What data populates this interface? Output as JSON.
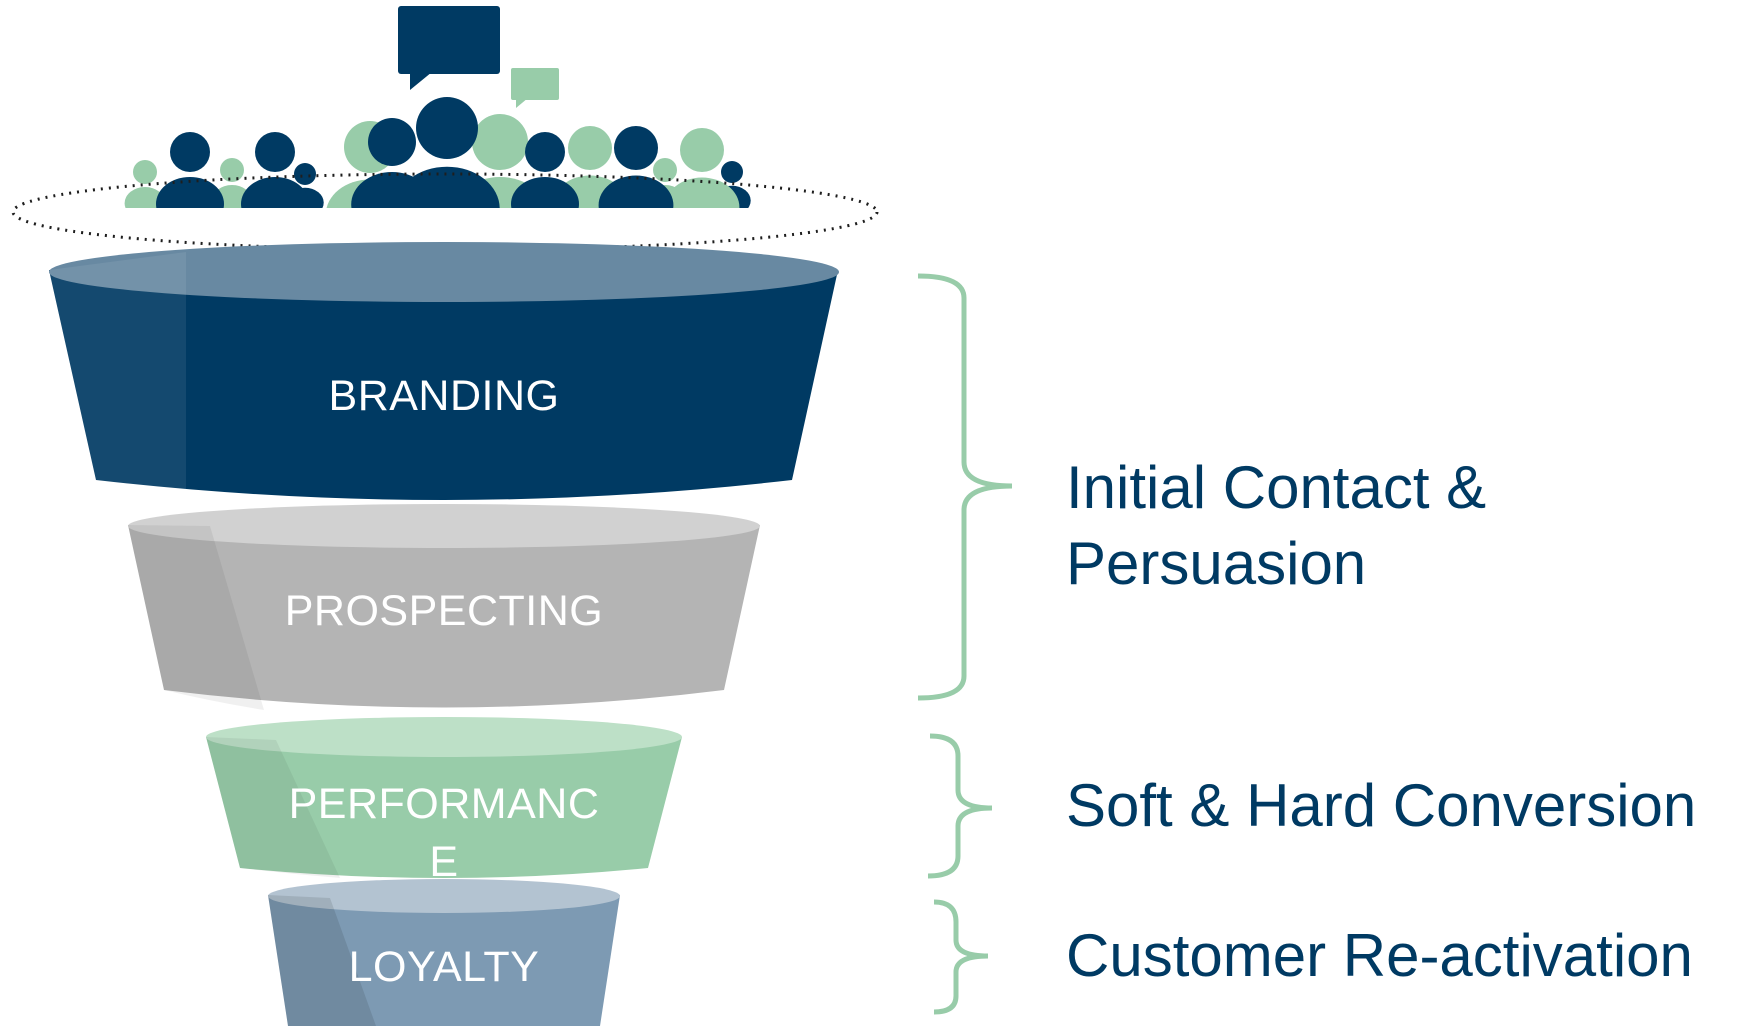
{
  "funnel": {
    "stages": [
      {
        "label": "BRANDING",
        "color": "#003a63"
      },
      {
        "label": "PROSPECTING",
        "color": "#b4b4b4"
      },
      {
        "label_line1": "PERFORMANC",
        "label_line2": "E",
        "color": "#98cca9"
      },
      {
        "label": "LOYALTY",
        "color": "#7d9ab3"
      }
    ]
  },
  "brackets": {
    "color": "#98cca9",
    "groups": [
      {
        "line1": "Initial Contact &",
        "line2": "Persuasion"
      },
      {
        "line1": "Soft & Hard Conversion"
      },
      {
        "line1": "Customer Re-activation"
      }
    ]
  },
  "icons": {
    "crowd": "people-crowd-icon",
    "speech_large": "speech-bubble-icon",
    "speech_small": "speech-bubble-small-icon",
    "crowd_dark": "#003a63",
    "crowd_light": "#98cca9"
  },
  "label_color": "#003a63"
}
